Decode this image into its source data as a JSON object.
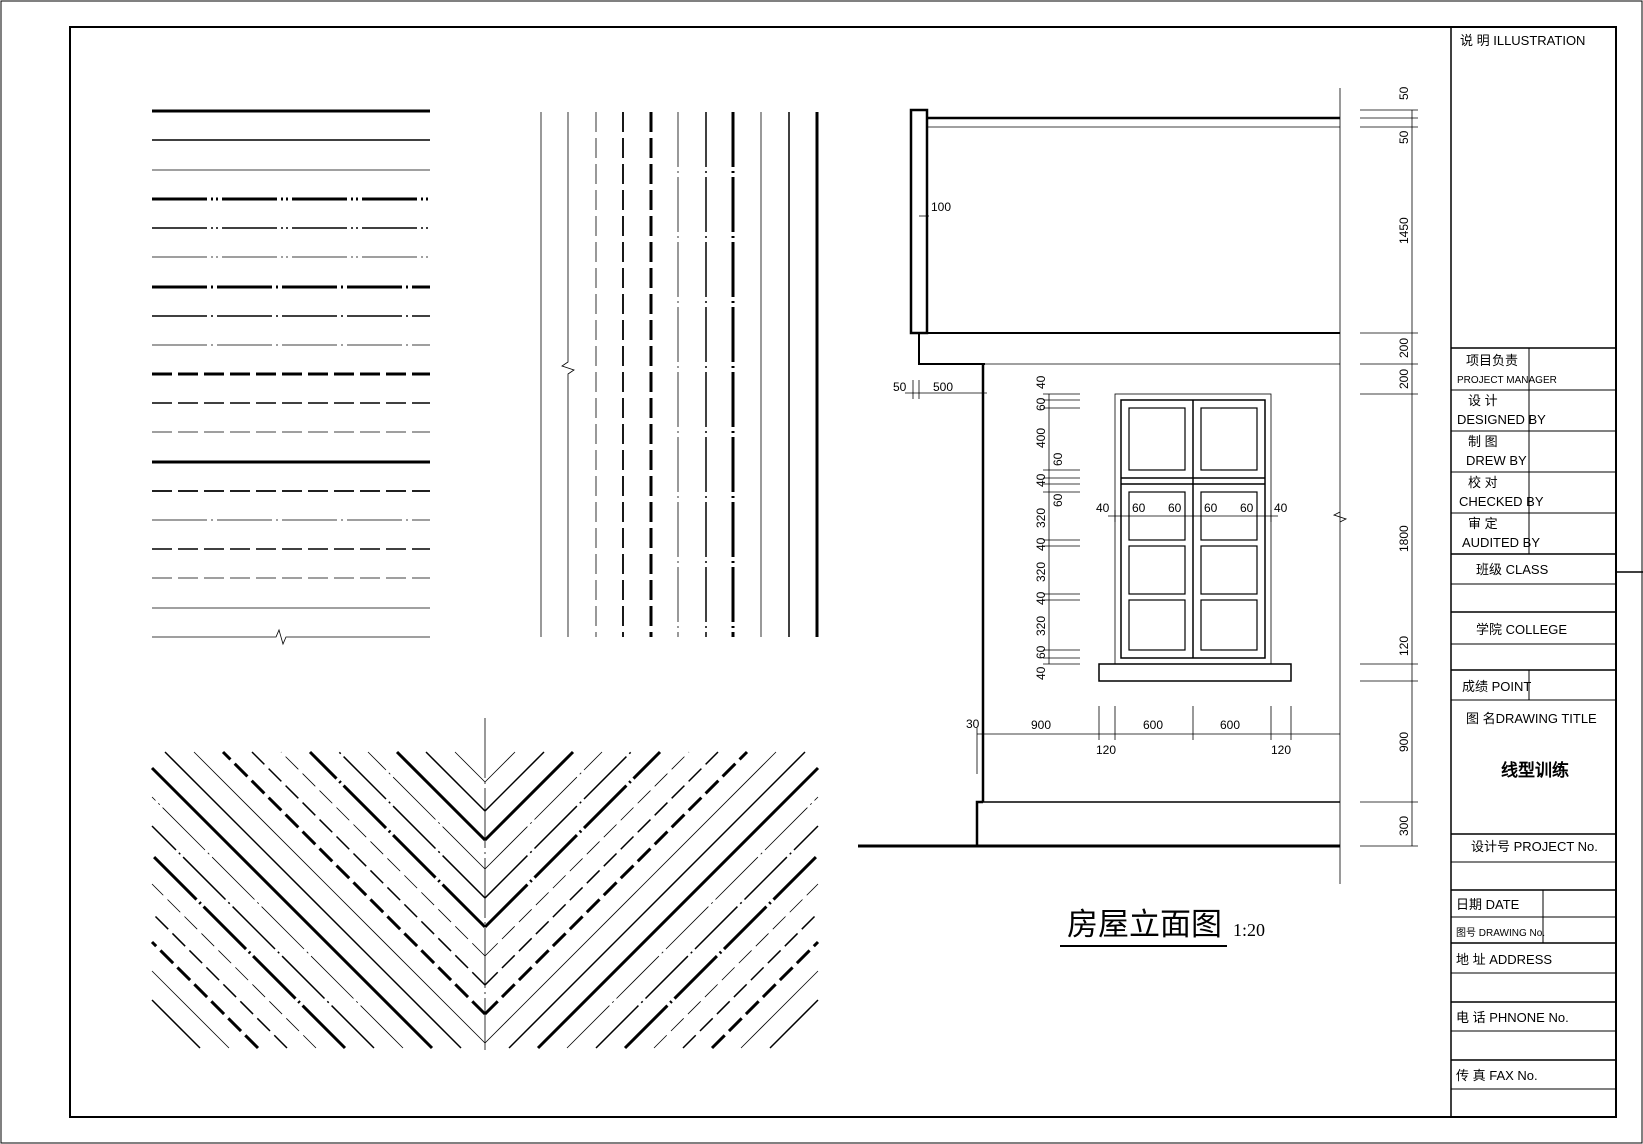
{
  "title_block": {
    "illustration": "说 明 ILLUSTRATION",
    "pm_cn": "项目负责",
    "pm_en": "PROJECT MANAGER",
    "design_cn": "设 计",
    "design_en": "DESIGNED BY",
    "drew_cn": "制 图",
    "drew_en": "DREW BY",
    "check_cn": "校 对",
    "check_en": "CHECKED BY",
    "audit_cn": "审 定",
    "audit_en": "AUDITED BY",
    "class": "班级    CLASS",
    "college": "学院    COLLEGE",
    "point": "成绩 POINT",
    "drawing_title_label": "图  名DRAWING TITLE",
    "drawing_title": "线型训练",
    "project_no": "设计号  PROJECT No.",
    "date": "日期 DATE",
    "drawing_no": "图号 DRAWING No.",
    "address": "地  址 ADDRESS",
    "phone": "电  话 PHNONE No.",
    "fax": "传  真 FAX No."
  },
  "elevation": {
    "title": "房屋立面图",
    "scale": "1:20",
    "dims_right": [
      "50",
      "50",
      "1450",
      "200",
      "200",
      "1800",
      "120",
      "900",
      "300"
    ],
    "dims_left_window": [
      "40",
      "60",
      "400",
      "60",
      "40",
      "60",
      "320",
      "40",
      "320",
      "40",
      "320",
      "60",
      "40"
    ],
    "dims_window_row": [
      "40",
      "60",
      "60",
      "60",
      "60",
      "40"
    ],
    "dims_bottom": [
      "30",
      "900",
      "600",
      "600",
      "120",
      "120"
    ],
    "dim_parapet": "100",
    "dim_eave_50": "50",
    "dim_eave_500": "500"
  }
}
